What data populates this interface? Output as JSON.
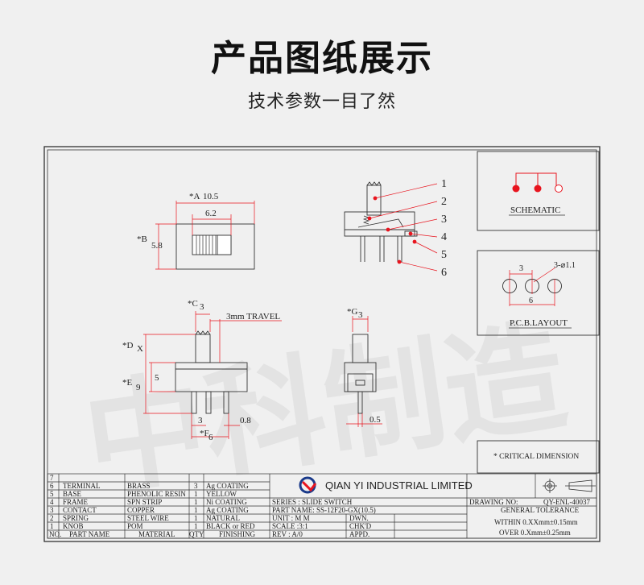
{
  "header": {
    "title": "产品图纸展示",
    "subtitle": "技术参数一目了然"
  },
  "watermark": "中科制造",
  "top_view": {
    "dim_a": "*A",
    "dim_a_val": "10.5",
    "dim_inner": "6.2",
    "dim_b": "*B",
    "dim_b_val": "5.8"
  },
  "side_view": {
    "labels": [
      "1",
      "2",
      "3",
      "4",
      "5",
      "6"
    ]
  },
  "front_view": {
    "dim_c": "*C",
    "dim_c_val": "3",
    "travel": "3mm TRAVEL",
    "dim_d": "*D",
    "dim_d_val": "X",
    "dim_5": "5",
    "dim_e": "*E",
    "dim_e_val": "9",
    "dim_3": "3",
    "dim_08": "0.8",
    "dim_f": "*F",
    "dim_f_val": "6"
  },
  "end_view": {
    "dim_g": "*G",
    "dim_g_val": "3",
    "dim_05": "0.5"
  },
  "schematic": {
    "label": "SCHEMATIC"
  },
  "pcb": {
    "dim_3": "3",
    "hole": "3-⌀1.1",
    "dim_6": "6",
    "label": "P.C.B.LAYOUT"
  },
  "critical": "* CRITICAL  DIMENSION",
  "company": "QIAN  YI  INDUSTRIAL  LIMITED",
  "bom": {
    "row7": {
      "no": "7"
    },
    "rows": [
      {
        "no": "6",
        "part": "TERMINAL",
        "mat": "BRASS",
        "qty": "3",
        "fin": "Ag COATING"
      },
      {
        "no": "5",
        "part": "BASE",
        "mat": "PHENOLIC RESIN",
        "qty": "1",
        "fin": "YELLOW"
      },
      {
        "no": "4",
        "part": "FRAME",
        "mat": "SPN STRIP",
        "qty": "1",
        "fin": "Ni  COATING"
      },
      {
        "no": "3",
        "part": "CONTACT",
        "mat": "COPPER",
        "qty": "1",
        "fin": "Ag COATING"
      },
      {
        "no": "2",
        "part": "SPRING",
        "mat": "STEEL WIRE",
        "qty": "1",
        "fin": "NATURAL"
      },
      {
        "no": "1",
        "part": "KNOB",
        "mat": "POM",
        "qty": "1",
        "fin": "BLACK or RED"
      }
    ],
    "head": {
      "no": "NO.",
      "part": "PART NAME",
      "mat": "MATERIAL",
      "qty": "QTY",
      "fin": "FINISHING"
    }
  },
  "info": {
    "series": "SERIES : SLIDE SWITCH",
    "part_name": "PART NAME: SS-12F20-GX(10.5)",
    "unit": "UNIT : M M",
    "dwn": "DWN.",
    "scale": "SCALE :3:1",
    "chkd": "CHK'D",
    "rev": "REV  : A/0",
    "appd": "APPD."
  },
  "drawing_no": {
    "label": "DRAWING NO:",
    "value": "QY-ENL-40037"
  },
  "tolerance": {
    "title": "GENERAL TOLERANCE",
    "within": "WITHIN 0.XXmm±0.15mm",
    "over": "OVER   0.Xmm±0.25mm"
  },
  "colors": {
    "red": "#e8141e",
    "line": "#333333",
    "logo_blue": "#1a3a8a"
  }
}
